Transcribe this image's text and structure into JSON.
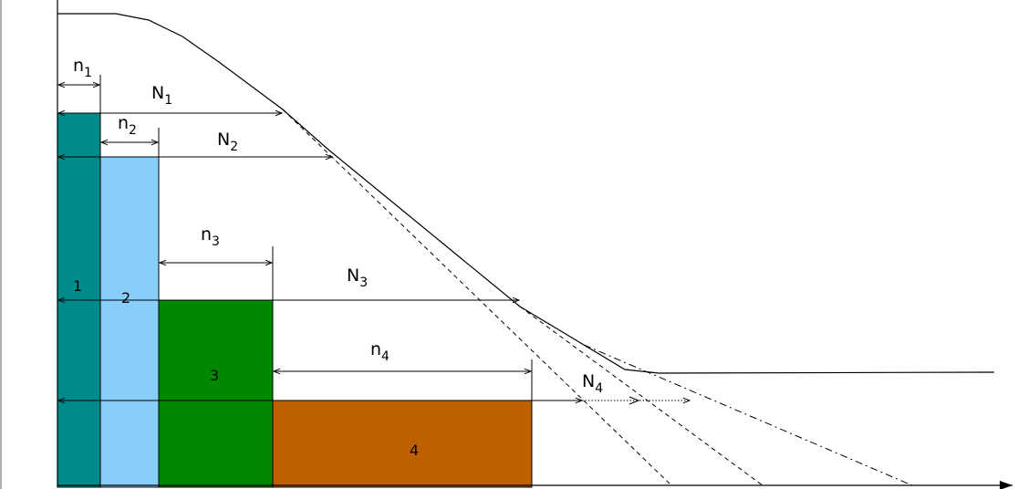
{
  "colors": {
    "block1": "#008B8B",
    "block2": "#87CEFA",
    "block3": "#008800",
    "block4": "#BF6000",
    "line": "#000000",
    "frame": "#b0b0b0"
  },
  "blocks": [
    {
      "id": "1",
      "label": "1"
    },
    {
      "id": "2",
      "label": "2"
    },
    {
      "id": "3",
      "label": "3"
    },
    {
      "id": "4",
      "label": "4"
    }
  ],
  "labels": {
    "n1": {
      "base": "n",
      "sub": "1"
    },
    "N1": {
      "base": "N",
      "sub": "1"
    },
    "n2": {
      "base": "n",
      "sub": "2"
    },
    "N2": {
      "base": "N",
      "sub": "2"
    },
    "n3": {
      "base": "n",
      "sub": "3"
    },
    "N3": {
      "base": "N",
      "sub": "3"
    },
    "n4": {
      "base": "n",
      "sub": "4"
    },
    "N4": {
      "base": "N",
      "sub": "4"
    }
  }
}
